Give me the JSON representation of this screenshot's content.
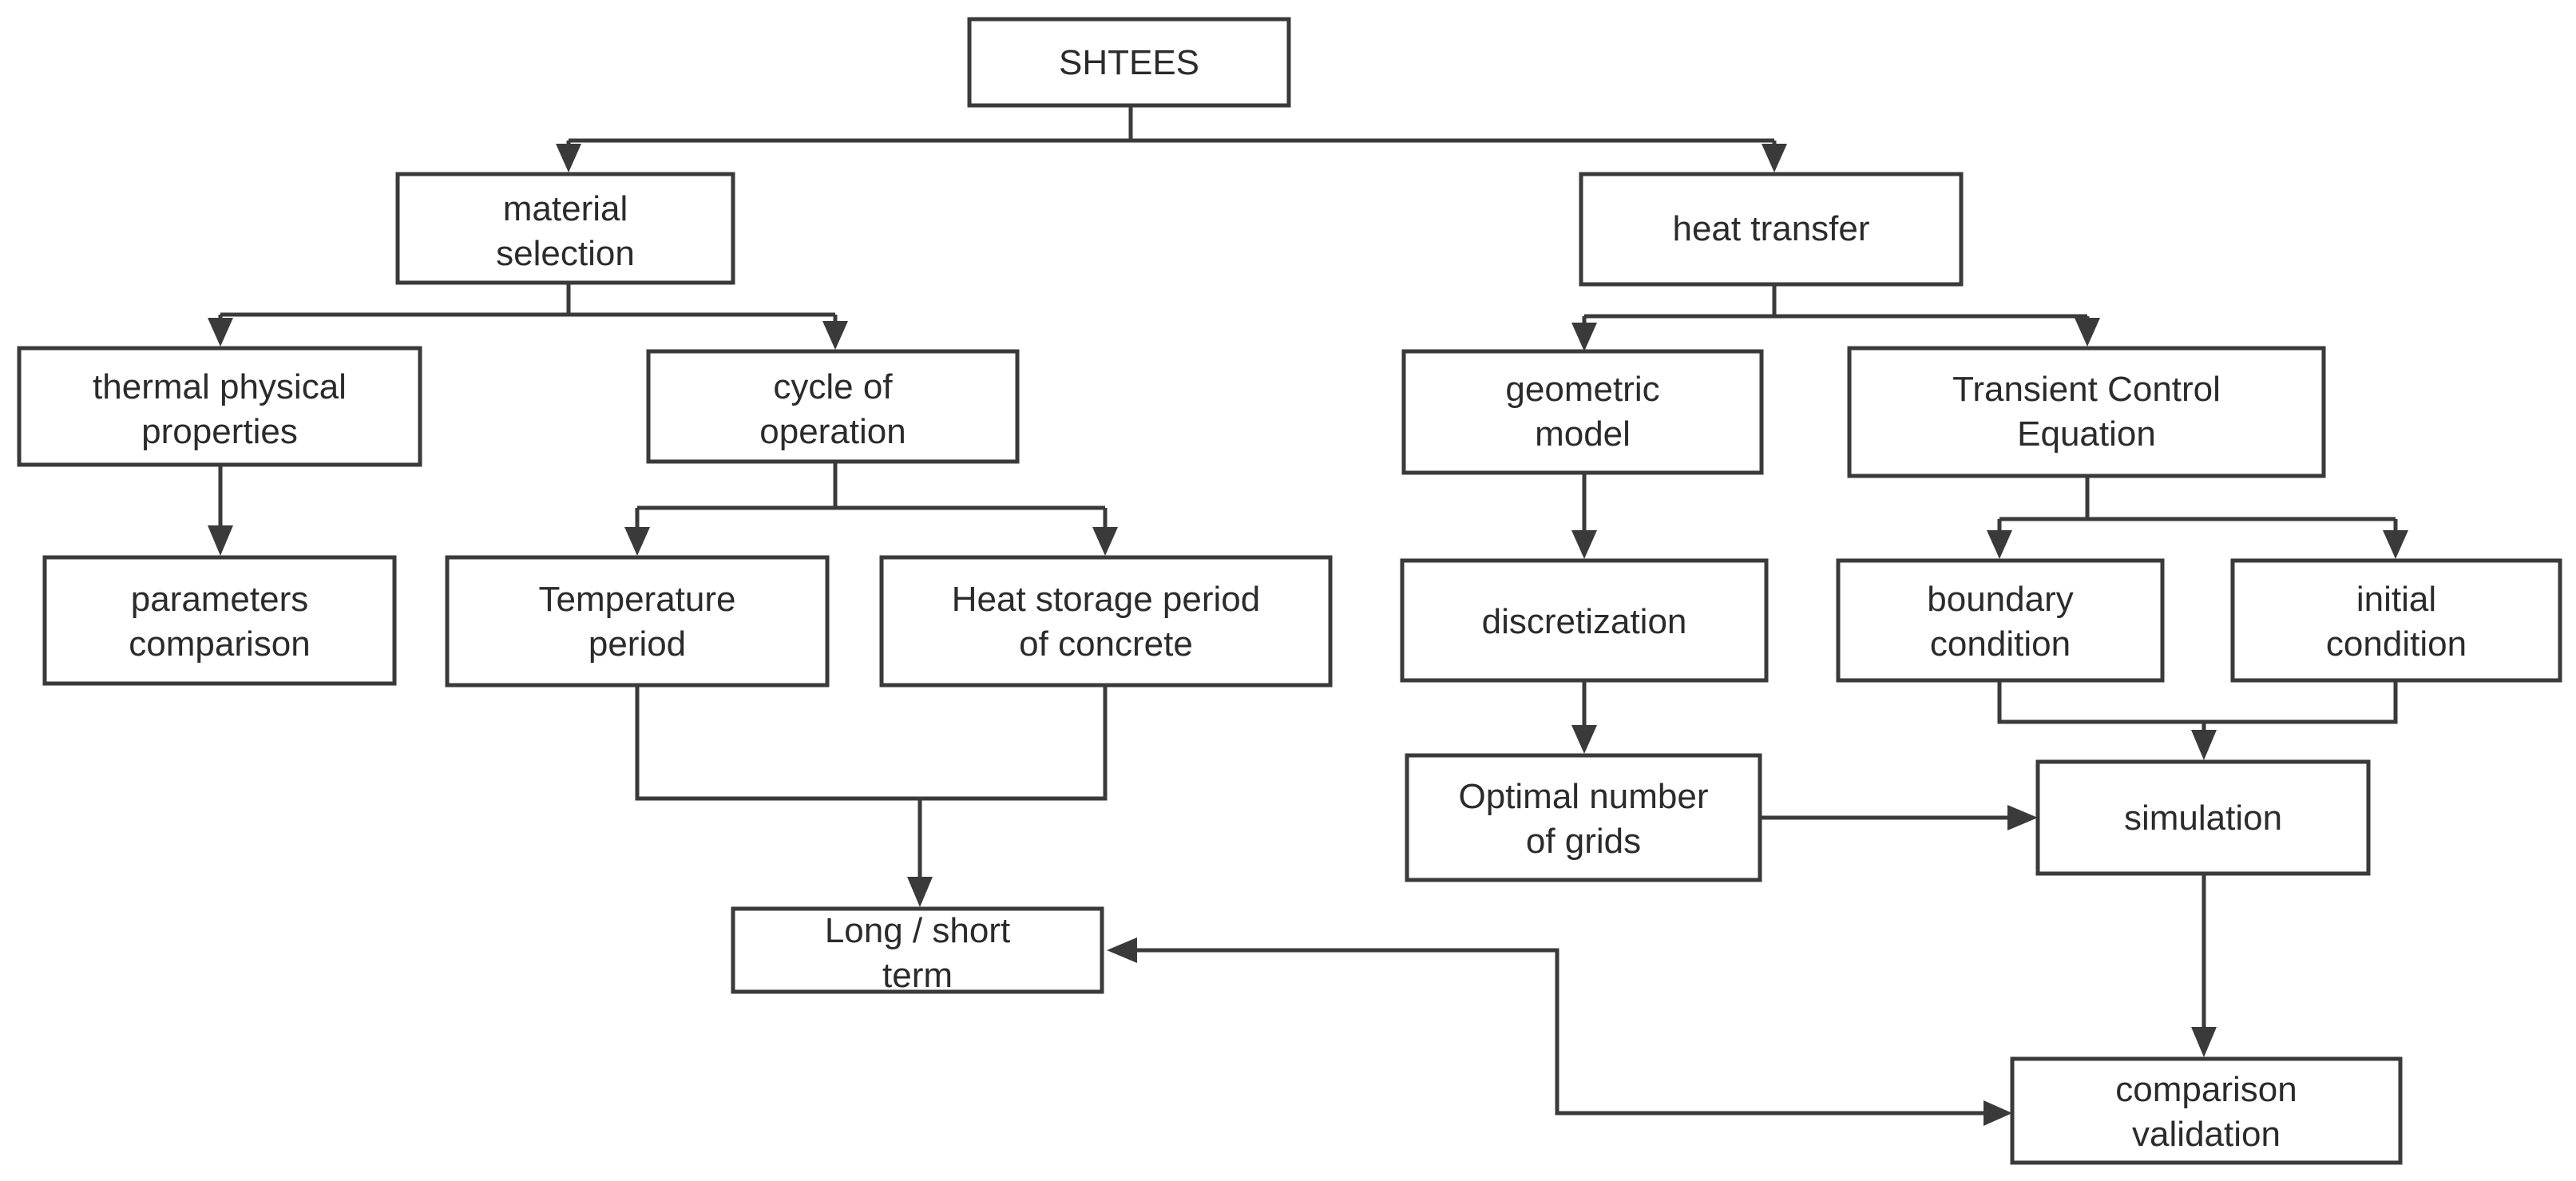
{
  "nodes": {
    "shtees": [
      "SHTEES"
    ],
    "material_selection": [
      "material",
      "selection"
    ],
    "heat_transfer": [
      "heat transfer"
    ],
    "thermal_physical_properties": [
      "thermal physical",
      "properties"
    ],
    "cycle_of_operation": [
      "cycle of",
      "operation"
    ],
    "geometric_model": [
      "geometric",
      "model"
    ],
    "transient_control_equation": [
      "Transient Control",
      "Equation"
    ],
    "parameters_comparison": [
      "parameters",
      "comparison"
    ],
    "temperature_period": [
      "Temperature",
      "period"
    ],
    "heat_storage_period": [
      "Heat storage period",
      "of concrete"
    ],
    "discretization": [
      "discretization"
    ],
    "boundary_condition": [
      "boundary",
      "condition"
    ],
    "initial_condition": [
      "initial",
      "condition"
    ],
    "optimal_grids": [
      "Optimal number",
      "of grids"
    ],
    "simulation": [
      "simulation"
    ],
    "long_short_term": [
      "Long / short",
      "term"
    ],
    "comparison_validation": [
      "comparison",
      "validation"
    ]
  }
}
